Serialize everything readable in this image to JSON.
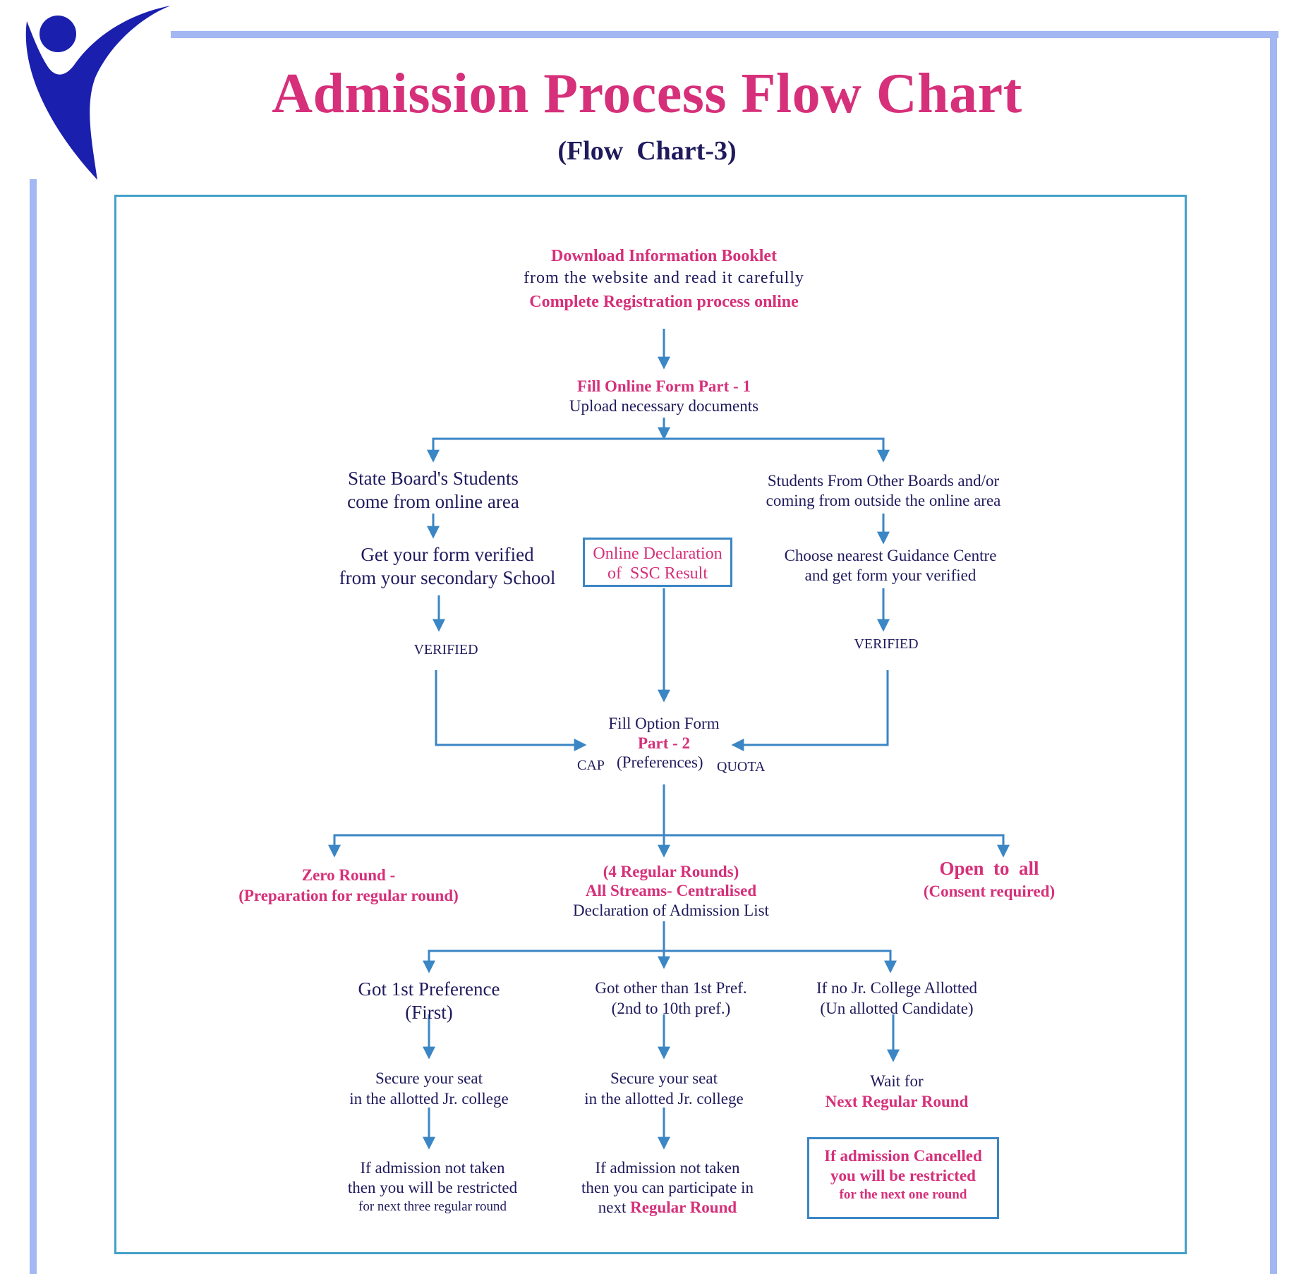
{
  "title": "Admission Process Flow Chart",
  "subtitle": "(Flow  Chart-3)",
  "colors": {
    "accent": "#d6307a",
    "navy": "#1f1a5c",
    "line": "#3b86c4",
    "frame": "#a3b8f2",
    "logo": "#1b1fae"
  },
  "logo": {
    "icon": "person-swoosh-logo"
  },
  "nodes": {
    "download": {
      "l1": "Download Information Booklet",
      "l2": "from the website and read it carefully",
      "l3": "Complete Registration process online"
    },
    "part1": {
      "l1": "Fill Online Form Part - 1",
      "l2": "Upload necessary documents"
    },
    "state": {
      "l1": "State Board's Students",
      "l2": "come from online area"
    },
    "other": {
      "l1": "Students From Other Boards and/or",
      "l2": "coming from outside the online area"
    },
    "verify_school": {
      "l1": "Get your form verified",
      "l2": "from your secondary School"
    },
    "ssc": {
      "l1": "Online Declaration",
      "l2": "of  SSC Result"
    },
    "guidance": {
      "l1": "Choose nearest Guidance Centre",
      "l2": "and get form your verified"
    },
    "verified_left": "VERIFIED",
    "verified_right": "VERIFIED",
    "option": {
      "l1": "Fill Option Form",
      "l2": "Part - 2",
      "cap": "CAP",
      "pref": "(Preferences)",
      "quota": "QUOTA"
    },
    "zero": {
      "l1": "Zero Round -",
      "l2": "(Preparation for regular round)"
    },
    "regular": {
      "l1": "(4 Regular Rounds)",
      "l2": "All Streams- Centralised",
      "l3": "Declaration of Admission List"
    },
    "open": {
      "l1": "Open  to  all",
      "l2": "(Consent required)"
    },
    "got1": {
      "l1": "Got 1st Preference",
      "l2": "(First)"
    },
    "gotother": {
      "l1": "Got other than 1st Pref.",
      "l2": "(2nd to 10th pref.)"
    },
    "nocollege": {
      "l1": "If no Jr. College Allotted",
      "l2": "(Un allotted Candidate)"
    },
    "secure1": {
      "l1": "Secure your seat",
      "l2": "in the allotted Jr. college"
    },
    "secure2": {
      "l1": "Secure your seat",
      "l2": "in the allotted Jr. college"
    },
    "wait": {
      "l1": "Wait for",
      "l2": "Next Regular Round"
    },
    "restrict1": {
      "l1": "If admission not taken",
      "l2": "then you will be restricted",
      "l3": "for next three regular round"
    },
    "restrict2": {
      "l1": "If admission not taken",
      "l2": "then you can participate in",
      "l3a": "next ",
      "l3b": "Regular Round"
    },
    "cancel": {
      "l1": "If admission Cancelled",
      "l2": "you will be restricted",
      "l3": "for the next one round"
    }
  }
}
